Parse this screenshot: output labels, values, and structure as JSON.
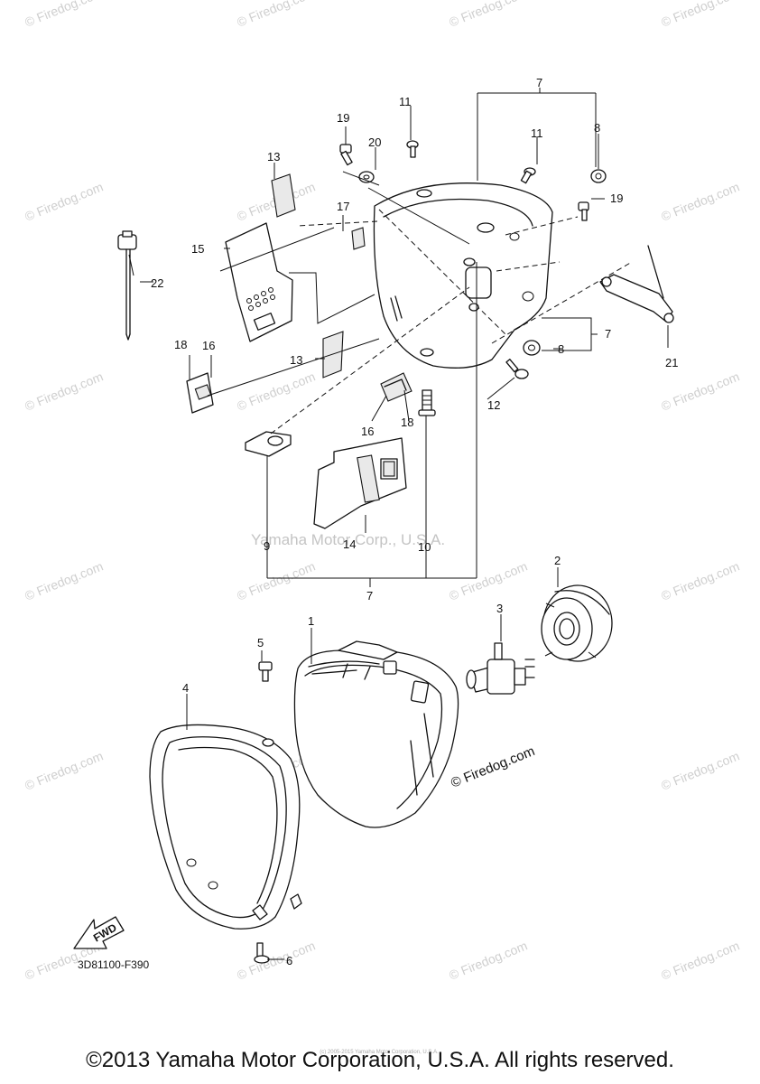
{
  "watermark": {
    "text": "© Firedog.com",
    "center_text": "Yamaha Motor Corp., U.S.A."
  },
  "callouts": {
    "c1": "1",
    "c2": "2",
    "c3": "3",
    "c4": "4",
    "c5": "5",
    "c6": "6",
    "c7_top": "7",
    "c7_right": "7",
    "c7_bottom": "7",
    "c8_top": "8",
    "c8_right": "8",
    "c9": "9",
    "c10": "10",
    "c11_left": "11",
    "c11_right": "11",
    "c12": "12",
    "c13_top": "13",
    "c13_mid": "13",
    "c14": "14",
    "c15": "15",
    "c16_left": "16",
    "c16_mid": "16",
    "c17": "17",
    "c18_left": "18",
    "c18_mid": "18",
    "c19_left": "19",
    "c19_right": "19",
    "c20": "20",
    "c21": "21",
    "c22": "22"
  },
  "fwd_label": "FWD",
  "diagram_code": "3D81100-F390",
  "firedog_label": "© Firedog.com",
  "tiny_copyright": "(c) 2005-2015 Yamaha Motor Corporation, U.S.A.",
  "copyright": "©2013 Yamaha Motor Corporation, U.S.A. All rights reserved."
}
